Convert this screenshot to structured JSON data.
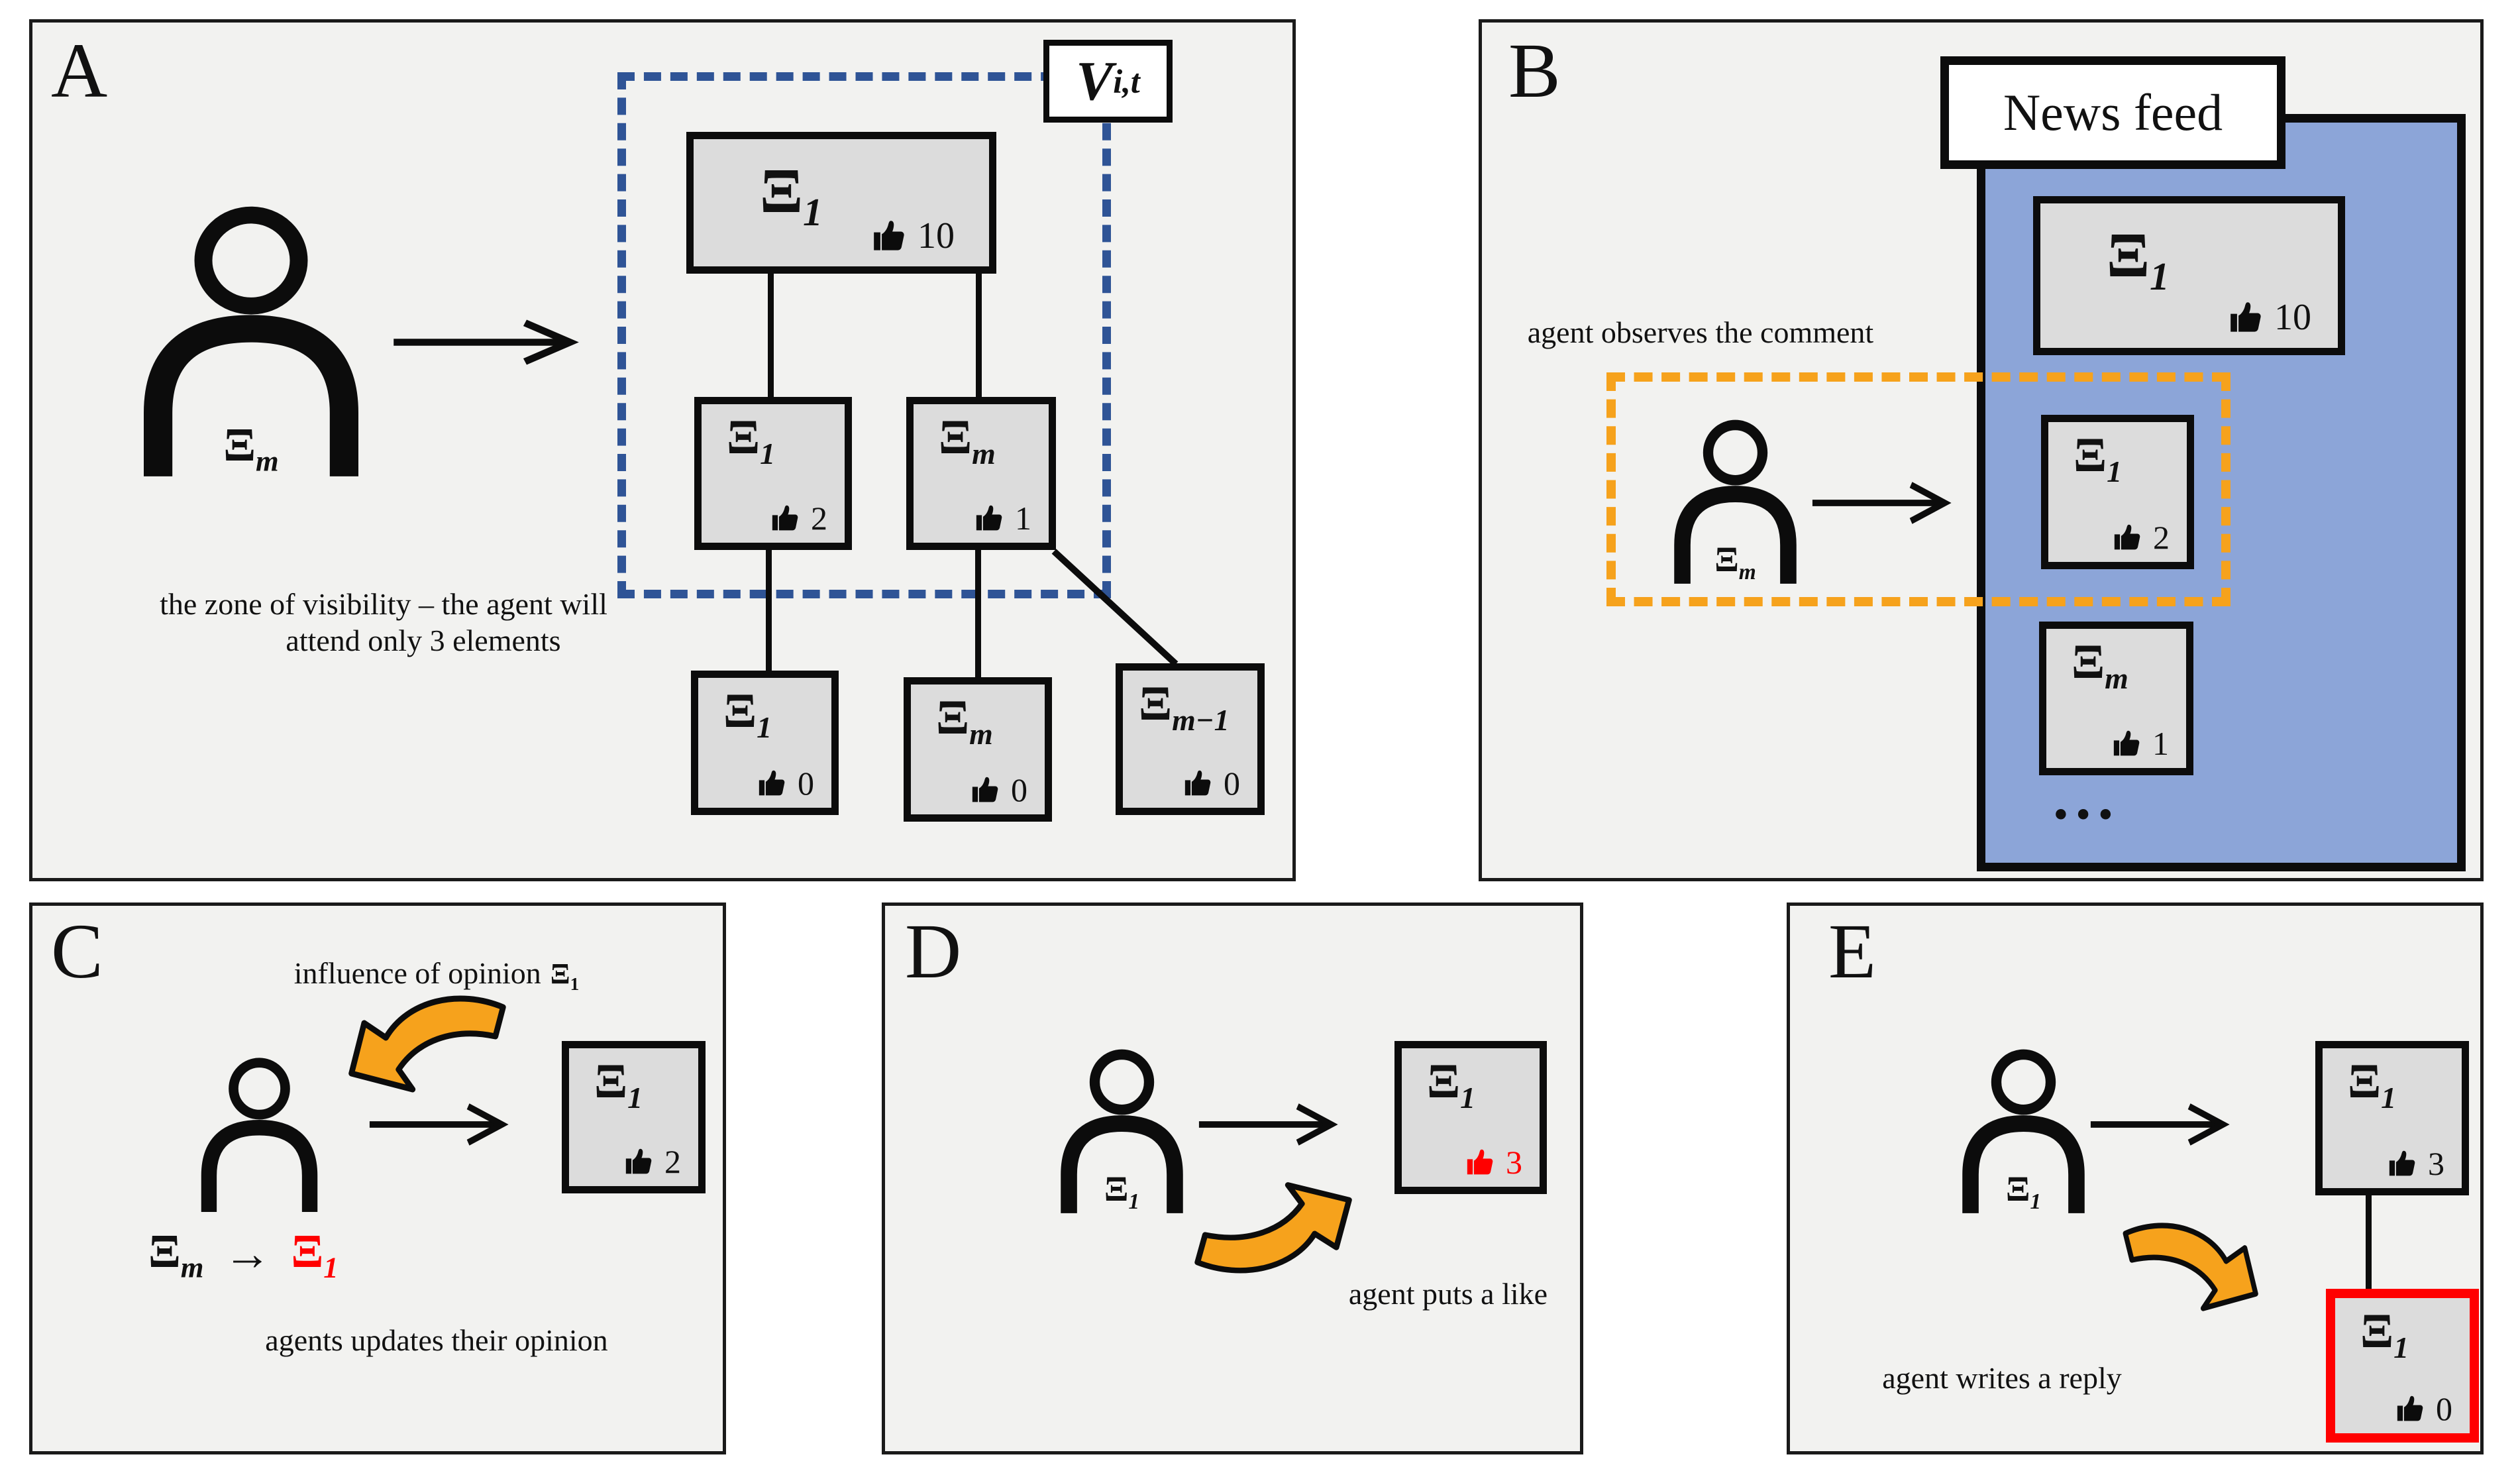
{
  "colors": {
    "panel_bg": "#F2F2F0",
    "box_fill": "#DCDCDC",
    "blue_panel": "#8CA5D8",
    "blue_dash": "#2F5496",
    "orange": "#F6A21C",
    "red": "#FF0000"
  },
  "panelA": {
    "letter": "A",
    "agent_label": {
      "base": "Ξ",
      "sub": "m"
    },
    "visibility_tag": {
      "base": "V",
      "sub": "i,t"
    },
    "zone_line1": "the zone of visibility – the agent will",
    "zone_line2": "attend only 3 elements",
    "root": {
      "base": "Ξ",
      "sub": "1",
      "likes": "10"
    },
    "mid1": {
      "base": "Ξ",
      "sub": "1",
      "likes": "2"
    },
    "mid2": {
      "base": "Ξ",
      "sub": "m",
      "likes": "1"
    },
    "bot1": {
      "base": "Ξ",
      "sub": "1",
      "likes": "0"
    },
    "bot2": {
      "base": "Ξ",
      "sub": "m",
      "likes": "0"
    },
    "bot3": {
      "base": "Ξ",
      "sub": "m−1",
      "likes": "0"
    }
  },
  "panelB": {
    "letter": "B",
    "title": "News feed",
    "caption": "agent observes the comment",
    "agent_label": {
      "base": "Ξ",
      "sub": "m"
    },
    "feed1": {
      "base": "Ξ",
      "sub": "1",
      "likes": "10"
    },
    "feed2": {
      "base": "Ξ",
      "sub": "1",
      "likes": "2"
    },
    "feed3": {
      "base": "Ξ",
      "sub": "m",
      "likes": "1"
    },
    "ellipsis": "..."
  },
  "panelC": {
    "letter": "C",
    "influence_text": "influence of opinion",
    "influence_sym": {
      "base": "Ξ",
      "sub": "1"
    },
    "box": {
      "base": "Ξ",
      "sub": "1",
      "likes": "2"
    },
    "formula_lhs": {
      "base": "Ξ",
      "sub": "m"
    },
    "formula_arrow": "→",
    "formula_rhs": {
      "base": "Ξ",
      "sub": "1"
    },
    "caption": "agents updates their opinion"
  },
  "panelD": {
    "letter": "D",
    "agent_label": {
      "base": "Ξ",
      "sub": "1"
    },
    "box": {
      "base": "Ξ",
      "sub": "1",
      "likes": "3"
    },
    "caption": "agent puts a like"
  },
  "panelE": {
    "letter": "E",
    "agent_label": {
      "base": "Ξ",
      "sub": "1"
    },
    "box": {
      "base": "Ξ",
      "sub": "1",
      "likes": "3"
    },
    "reply_box": {
      "base": "Ξ",
      "sub": "1",
      "likes": "0"
    },
    "caption": "agent writes a reply"
  }
}
